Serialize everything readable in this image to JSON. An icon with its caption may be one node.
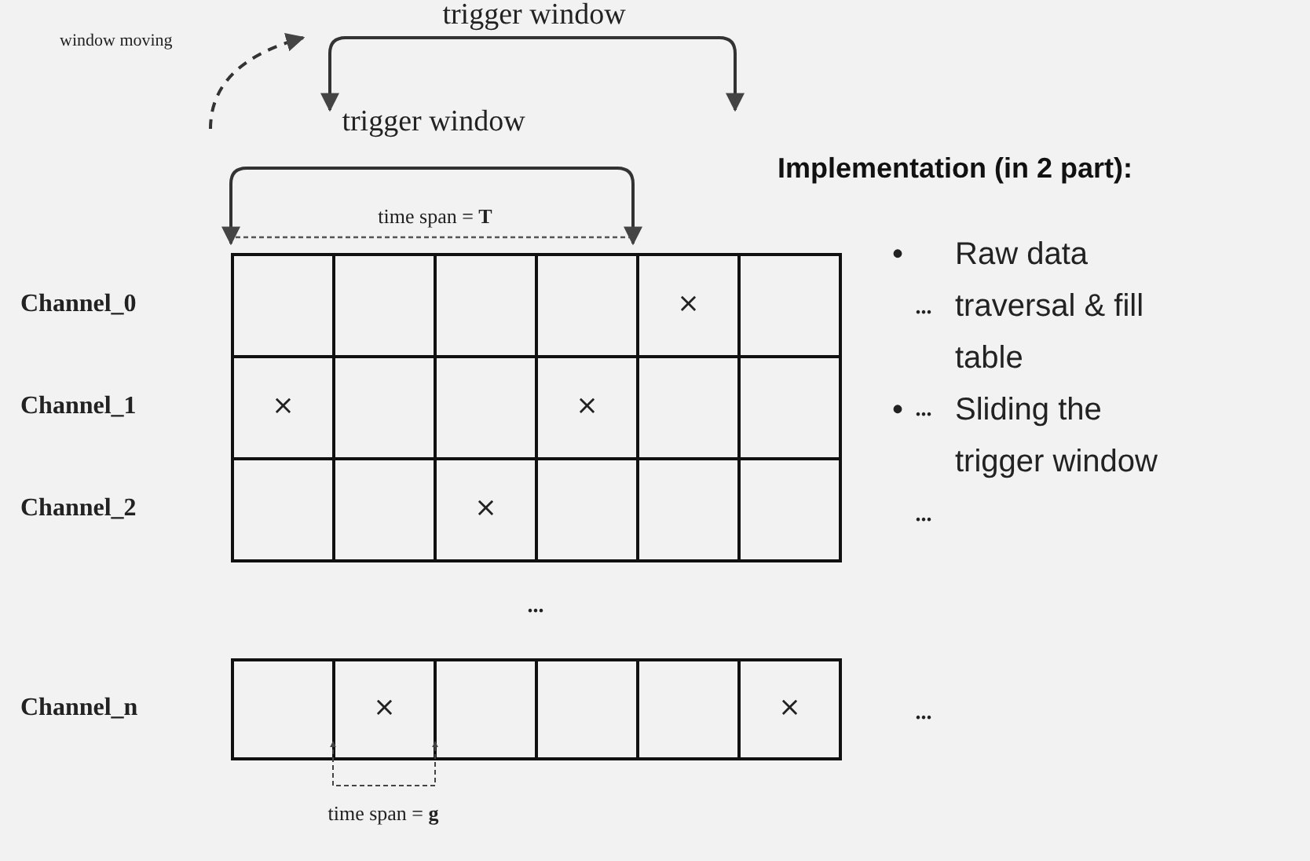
{
  "diagram": {
    "labels": [
      "window moving",
      "trigger window",
      "trigger window",
      "time span = **T**",
      "Implementation (in 2 part):",
      "•",
      "Raw data traversal & fill table",
      "•",
      "Sliding the trigger window",
      "Channel_0",
      "×",
      "...",
      "Channel_1",
      "×",
      "×",
      "...",
      "Channel_2",
      "×",
      "...",
      "...",
      "Channel_n",
      "×",
      "×",
      "...",
      "time span = **g**"
    ]
  }
}
